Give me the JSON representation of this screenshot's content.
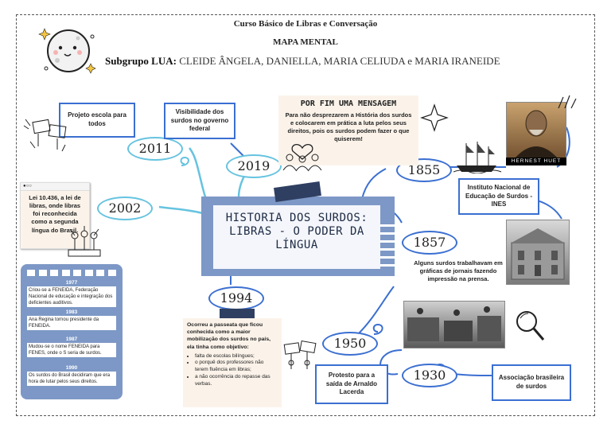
{
  "header": {
    "course": "Curso Básico de Libras e Conversação",
    "subtitle": "MAPA MENTAL",
    "group_label": "Subgrupo LUA:",
    "group_members": "CLEIDE ÂNGELA, DANIELLA, MARIA CELIUDA  e MARIA IRANEIDE"
  },
  "center": {
    "title_line1": "HISTORIA DOS SURDOS:",
    "title_line2": "LIBRAS - O PODER DA",
    "title_line3": "LÍNGUA"
  },
  "years": {
    "y2011": "2011",
    "y2019": "2019",
    "y2002": "2002",
    "y1994": "1994",
    "y1855": "1855",
    "y1857": "1857",
    "y1950": "1950",
    "y1930": "1930"
  },
  "boxes": {
    "escola": "Projeto escola para todos",
    "visibilidade": "Visibilidade dos surdos no governo federal",
    "ines": "Instituto Nacional de Educação de Surdos - INES",
    "protesto": "Protesto para a saída de Arnaldo Lacerda",
    "associacao": "Associação brasileira de surdos"
  },
  "notes": {
    "lei": "Lei 10.436, a lei de libras, onde libras foi reconhecida como a segunda língua do Brasil.",
    "mensagem_title": "POR FIM UMA MENSAGEM",
    "mensagem_text": "Para não desprezarem a História  dos surdos e colocarem em prática a luta pelos seus direitos, pois os surdos podem fazer o que quiserem!",
    "graficas": "Alguns surdos trabalhavam em gráficas de jornais fazendo impressão na prensa.",
    "passeata_intro": "Ocorreu a passeata que ficou conhecida como a maior mobilização dos surdos no país, ela tinha como objetivo:",
    "passeata_items": [
      "falta de escolas bilíngues;",
      "o porquê dos professores não terem fluência em libras;",
      "a não ocorrência do repasse das verbas."
    ]
  },
  "photo_caption": "HERNEST  HUET",
  "timeline": [
    {
      "year": "1977",
      "text": "Criou-se a FENEIDA, Federação Nacional de educação e integração dos deficientes auditivos."
    },
    {
      "year": "1983",
      "text": "Ana Regina tornou presidente da FENEIDA."
    },
    {
      "year": "1987",
      "text": "Mudou-se o nome FENEIDA para FENES, onde o S seria de surdos."
    },
    {
      "year": "1990",
      "text": "Os surdos do Brasil decidiram que era hora de lutar pelos seus direitos."
    }
  ],
  "colors": {
    "accent_blue": "#3b6fd1",
    "oval_border": "#66c3e0",
    "card_blue": "#7d98c6",
    "tape_navy": "#2f3f62",
    "note_beige": "#fbf3ea"
  }
}
